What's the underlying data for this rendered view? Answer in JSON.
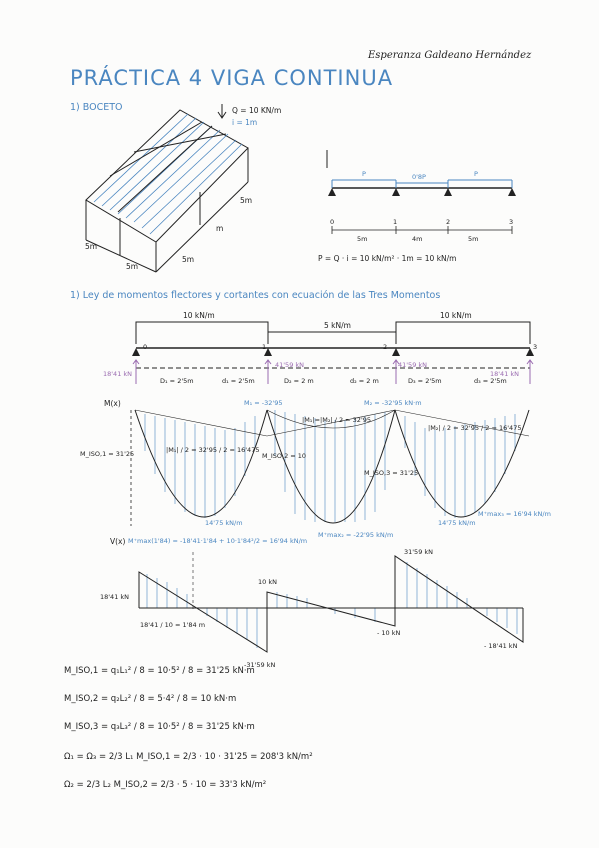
{
  "header": {
    "title": "PRÁCTICA 4  VIGA CONTINUA",
    "author": "Esperanza  Galdeano Hernández"
  },
  "sketch": {
    "heading": "1) BOCETO",
    "load_q": "Q = 10 KN/m",
    "width_i": "i = 1m",
    "dims": [
      "5m",
      "5m",
      "5m",
      "m",
      "5m"
    ]
  },
  "beam_scheme": {
    "loads": [
      "P",
      "0'8P",
      "P"
    ],
    "supports": [
      "0",
      "1",
      "2",
      "3"
    ],
    "spans": [
      "5m",
      "4m",
      "5m"
    ],
    "formula": "P = Q · i = 10 kN/m² · 1m = 10 kN/m"
  },
  "section": {
    "heading": "1) Ley de momentos flectores y cortantes con ecuación de las Tres Momentos"
  },
  "beam": {
    "loads": [
      "10 kN/m",
      "5 kN/m",
      "10 kN/m"
    ],
    "supports": [
      "0",
      "1",
      "2",
      "3"
    ],
    "reactions": [
      "18'41 kN",
      "41'59 kN",
      "41'59 kN",
      "18'41 kN"
    ],
    "distances": [
      "D₁ = 2'5m",
      "d₁ = 2'5m",
      "D₂ = 2 m",
      "d₂ = 2 m",
      "D₃ = 2'5m",
      "d₃ = 2'5m"
    ]
  },
  "moment_diagram": {
    "axis_label": "M(x)",
    "m1": "M₁ = -32'95",
    "m2": "M₂ = -32'95 kN·m",
    "labels": {
      "mid1": "|M₁| / 2 = 32'95 / 2 = 16'475",
      "mid2": "|M₁|=|M₂| / 2 = 32'95",
      "mid3": "|M₂| / 2 = 32'95 / 2 = 16'475",
      "miso1": "M_ISO,1 = 31'25",
      "miso2": "M_ISO,2 = 10",
      "miso3": "M_ISO,3 = 31'25",
      "max1": "14'75 kN/m",
      "max3": "14'75 kN/m",
      "max_pos": "M⁺max₃ = 16'94 kN/m"
    }
  },
  "shear_diagram": {
    "axis_label": "V(x)",
    "formula1": "M⁺max(1'84) = -18'41·1'84 + 10·1'84²/2 = 16'94 kN/m",
    "formula2": "M⁺max₂ = -22'95 kN/m",
    "values": [
      "18'41 kN",
      "10 kN",
      "31'59 kN",
      "- 10 kN",
      "-31'59 kN",
      "- 18'41 kN"
    ],
    "xcalc": "18'41 / 10 = 1'84 m"
  },
  "formulas": [
    "M_ISO,1 = q₁L₁² / 8 = 10·5² / 8 = 31'25 kN·m",
    "M_ISO,2 = q₂L₂² / 8 = 5·4² / 8 = 10 kN·m",
    "M_ISO,3 = q₃L₃² / 8 = 10·5² / 8 = 31'25 kN·m",
    "Ω₁ = Ω₃ = 2/3 L₁ M_ISO,1 = 2/3 · 10 · 31'25 = 208'3 kN/m²",
    "Ω₂ = 2/3 L₂ M_ISO,2 = 2/3 · 5 · 10 = 33'3 kN/m²"
  ],
  "colors": {
    "accent": "#4a86c0",
    "reaction": "#9a6bb0",
    "ink": "#222222"
  }
}
